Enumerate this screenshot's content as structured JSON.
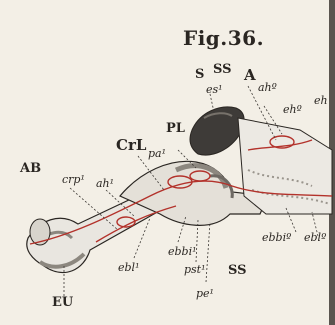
{
  "figure": {
    "title": "Fig.36.",
    "labels": {
      "S": "S",
      "SS_top": "SS",
      "A": "A",
      "es": "es¹",
      "ah_top": "ahº",
      "eh_a": "ehº",
      "eh_b": "eh",
      "PL": "PL",
      "CrL": "CrL",
      "pa": "pa¹",
      "AB": "AB",
      "crp": "crp¹",
      "ah_left": "ah¹",
      "ebbi_right": "ebbiº",
      "ebl_right": "eblº",
      "ebbi_bottom": "ebbi¹",
      "pst": "pst¹",
      "pe": "pe¹",
      "SS_bottom": "SS",
      "ebl_left": "ebl¹",
      "EU": "EU"
    }
  },
  "colors": {
    "paper": "#f3efe6",
    "ink": "#2a2622",
    "vessel_red": "#b3322b",
    "dark_mass": "#3e3b38",
    "bone_shade": "#b9b4ab"
  }
}
